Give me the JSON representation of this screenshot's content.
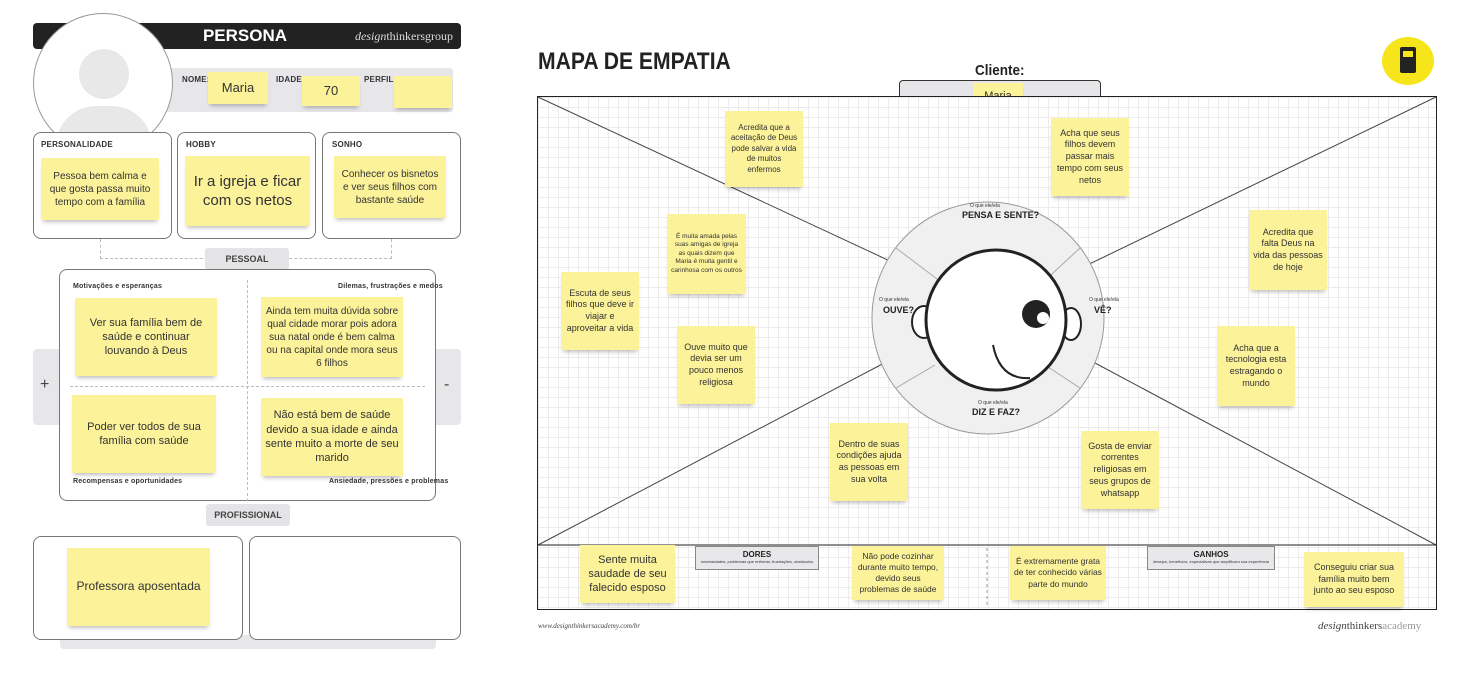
{
  "persona": {
    "header_title": "PERSONA",
    "brand_prefix": "design",
    "brand_suffix": "thinkersgroup",
    "labels": {
      "nome": "NOME:",
      "idade": "IDADE:",
      "perfil": "PERFIL:"
    },
    "values": {
      "nome": "Maria",
      "idade": "70",
      "perfil": ""
    },
    "sections": {
      "personalidade": {
        "label": "PERSONALIDADE",
        "note": "Pessoa bem calma e que gosta passa muito tempo com a família"
      },
      "hobby": {
        "label": "HOBBY",
        "note": "Ir a igreja e ficar com os netos"
      },
      "sonho": {
        "label": "SONHO",
        "note": "Conhecer os bisnetos e ver seus filhos com bastante saúde"
      }
    },
    "pessoal_tab": "PESSOAL",
    "profissional_tab": "PROFISSIONAL",
    "quadrants": {
      "motivacoes_label": "Motivações e esperanças",
      "dilemas_label": "Dilemas, frustrações e medos",
      "recompensas_label": "Recompensas e oportunidades",
      "ansiedade_label": "Ansiedade, pressões e problemas",
      "note_top_left": "Ver sua família bem de saúde e continuar louvando à Deus",
      "note_top_right": "Ainda tem muita dúvida sobre qual cidade morar pois adora sua natal onde é bem calma ou na capital onde mora seus 6 filhos",
      "note_bottom_left": "Poder ver todos de sua família com saúde",
      "note_bottom_right": "Não está bem de saúde devido a sua idade e ainda sente muito a morte de seu marido"
    },
    "plus": "+",
    "minus": "-",
    "profissional_note": "Professora aposentada"
  },
  "empathy": {
    "title": "MAPA DE EMPATIA",
    "cliente_label": "Cliente:",
    "cliente_value": "Maria",
    "pensa": {
      "question": "O que ele/ela",
      "title": "PENSA E SENTE?"
    },
    "ouve": {
      "question": "O que ele/ela",
      "title": "OUVE?"
    },
    "ve": {
      "question": "O que ele/ela",
      "title": "VÊ?"
    },
    "diz": {
      "question": "O que ele/ela",
      "title": "DIZ E FAZ?"
    },
    "notes": {
      "pensa_1": "Acredita que a aceitação de Deus pode salvar a vida de muitos enfermos",
      "pensa_2": "Acha que seus filhos devem passar mais tempo com seus netos",
      "ouve_1": "É muita amada pelas suas amigas de igreja as quais dizem que Maria é muita gentil e carinhosa com os outros",
      "ouve_2": "Escuta de seus filhos que deve ir viajar e aproveitar a vida",
      "ouve_3": "Ouve muito que devia ser um pouco menos religiosa",
      "ve_1": "Acredita que falta Deus na vida das pessoas de hoje",
      "ve_2": "Acha que a tecnologia esta estragando o mundo",
      "diz_1": "Dentro de suas condições ajuda as pessoas em sua volta",
      "diz_2": "Gosta de enviar correntes religiosas em seus grupos de whatsapp",
      "dores_1": "Sente muita saudade de seu falecido esposo",
      "dores_2": "Não pode cozinhar durante muito tempo, devido seus problemas de saúde",
      "ganhos_1": "É extremamente grata de ter conhecido várias parte do mundo",
      "ganhos_2": "Conseguiu criar sua família muito bem junto ao seu esposo"
    },
    "dores": {
      "title": "DORES",
      "subtitle": "necessidades, problemas que enfrenta, frustrações, obstáculos"
    },
    "ganhos": {
      "title": "GANHOS",
      "subtitle": "desejos, benefícios, expectativas que amplificam sua experiência"
    },
    "footer_url": "www.designthinkersacademy.com/br",
    "footer_brand_prefix": "design",
    "footer_brand_mid": "thinkers",
    "footer_brand_suffix": "academy"
  },
  "colors": {
    "sticky": "#fbf29a",
    "header": "#222222",
    "logo_yellow": "#f6e51a"
  }
}
